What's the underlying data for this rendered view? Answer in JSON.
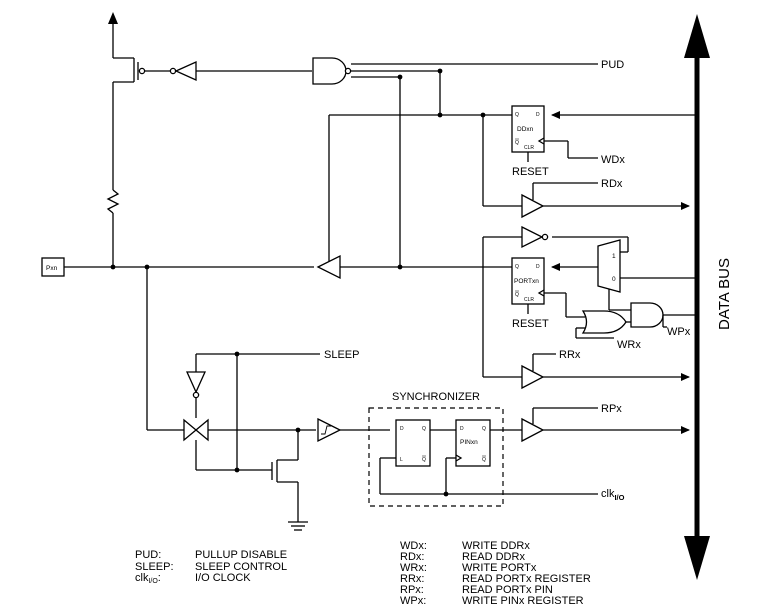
{
  "signals": {
    "pud": "PUD",
    "wdx": "WDx",
    "reset1": "RESET",
    "rdx": "RDx",
    "reset2": "RESET",
    "wrx": "WRx",
    "wpx": "WPx",
    "rrx": "RRx",
    "sleep": "SLEEP",
    "rpx": "RPx",
    "clk": "clk",
    "clk_sub": "I/O",
    "pin": "Pxn",
    "data_bus": "DATA BUS"
  },
  "blocks": {
    "synchronizer": "SYNCHRONIZER",
    "ddxn": {
      "name": "DDxn",
      "q": "Q",
      "d": "D",
      "qbar": "Q",
      "clr": "CLR"
    },
    "portxn": {
      "name": "PORTxn",
      "q": "Q",
      "d": "D",
      "qbar": "Q",
      "clr": "CLR"
    },
    "latch": {
      "d": "D",
      "q": "Q",
      "l": "L",
      "qbar": "Q"
    },
    "pinxn": {
      "name": "PINxn",
      "d": "D",
      "q": "Q",
      "qbar": "Q"
    },
    "mux": {
      "in1": "1",
      "in0": "0"
    }
  },
  "legend_left": [
    {
      "abbr": "PUD:",
      "desc": "PULLUP DISABLE"
    },
    {
      "abbr": "SLEEP:",
      "desc": "SLEEP CONTROL"
    },
    {
      "abbr": "clk",
      "abbr_sub": "I/O",
      "abbr_tail": ":",
      "desc": "I/O CLOCK"
    }
  ],
  "legend_right": [
    {
      "abbr": "WDx:",
      "desc": "WRITE DDRx"
    },
    {
      "abbr": "RDx:",
      "desc": "READ DDRx"
    },
    {
      "abbr": "WRx:",
      "desc": "WRITE PORTx"
    },
    {
      "abbr": "RRx:",
      "desc": "READ PORTx REGISTER"
    },
    {
      "abbr": "RPx:",
      "desc": "READ PORTx PIN"
    },
    {
      "abbr": "WPx:",
      "desc": "WRITE PINx REGISTER"
    }
  ]
}
